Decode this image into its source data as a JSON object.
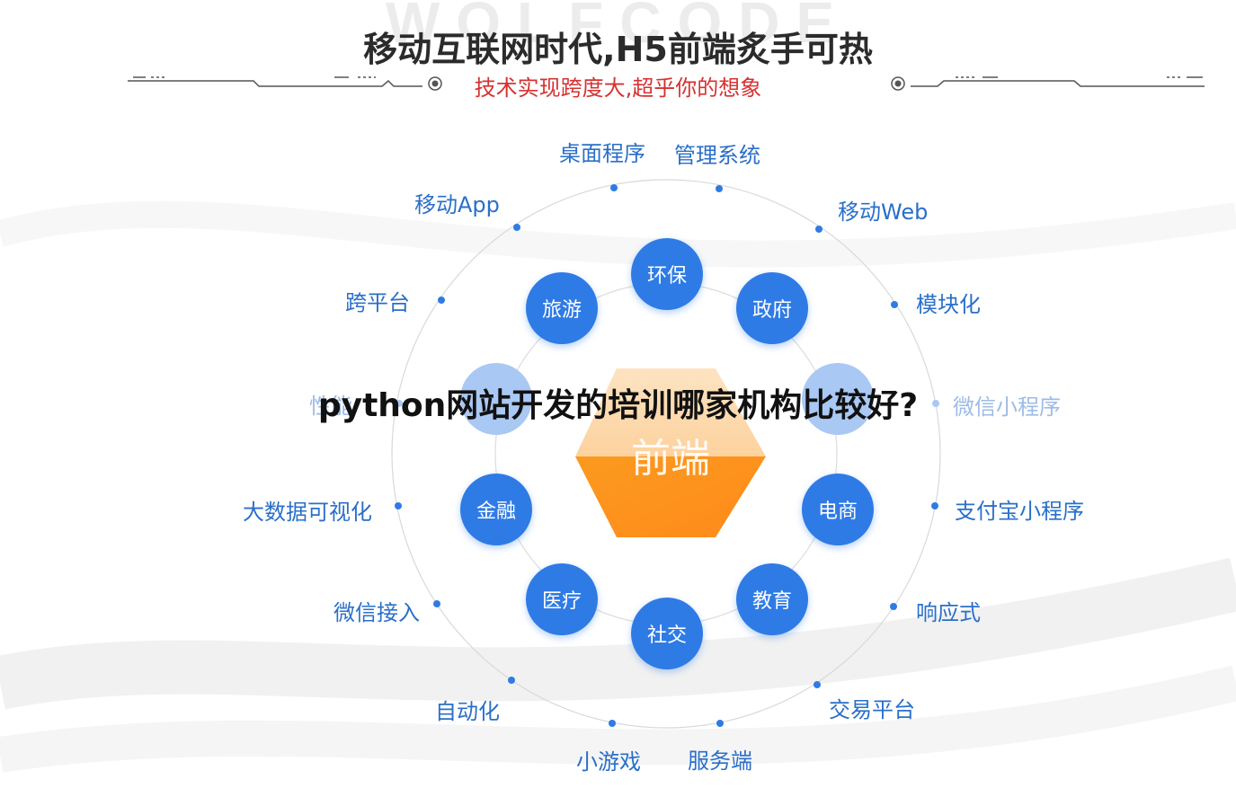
{
  "header": {
    "watermark": "WOLFCODE",
    "title": "移动互联网时代,H5前端炙手可热",
    "subtitle": "技术实现跨度大,超乎你的想象"
  },
  "overlay": {
    "question": "python网站开发的培训哪家机构比较好?"
  },
  "diagram": {
    "center": "前端",
    "inner_nodes": [
      "环保",
      "政府",
      "电商",
      "教育",
      "社交",
      "医疗",
      "金融",
      "旅游"
    ],
    "outer_labels": [
      "桌面程序",
      "管理系统",
      "移动Web",
      "模块化",
      "微信小程序",
      "支付宝小程序",
      "响应式",
      "交易平台",
      "服务端",
      "小游戏",
      "自动化",
      "微信接入",
      "大数据可视化",
      "性能",
      "跨平台",
      "移动App"
    ]
  },
  "colors": {
    "accent_blue": "#2f7be6",
    "label_blue": "#2a6fc9",
    "subtitle_red": "#d63232",
    "center_orange": "#fb8c1c",
    "ring_gray": "#d9d9d9"
  }
}
